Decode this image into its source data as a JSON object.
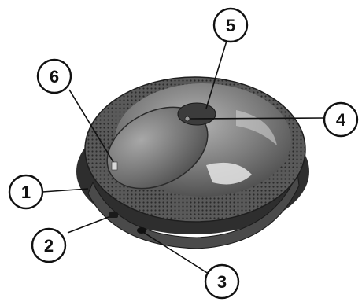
{
  "figure": {
    "subject": "round-speaker-device",
    "callouts": [
      {
        "number": "1"
      },
      {
        "number": "2"
      },
      {
        "number": "3"
      },
      {
        "number": "4"
      },
      {
        "number": "5"
      },
      {
        "number": "6"
      }
    ]
  },
  "colors": {
    "background": "#ffffff",
    "outline": "#111111",
    "body_dark": "#3a3a3a",
    "body_mid": "#6e6e6e",
    "face_light": "#9a9a9a",
    "highlight": "#e6e6e6"
  }
}
